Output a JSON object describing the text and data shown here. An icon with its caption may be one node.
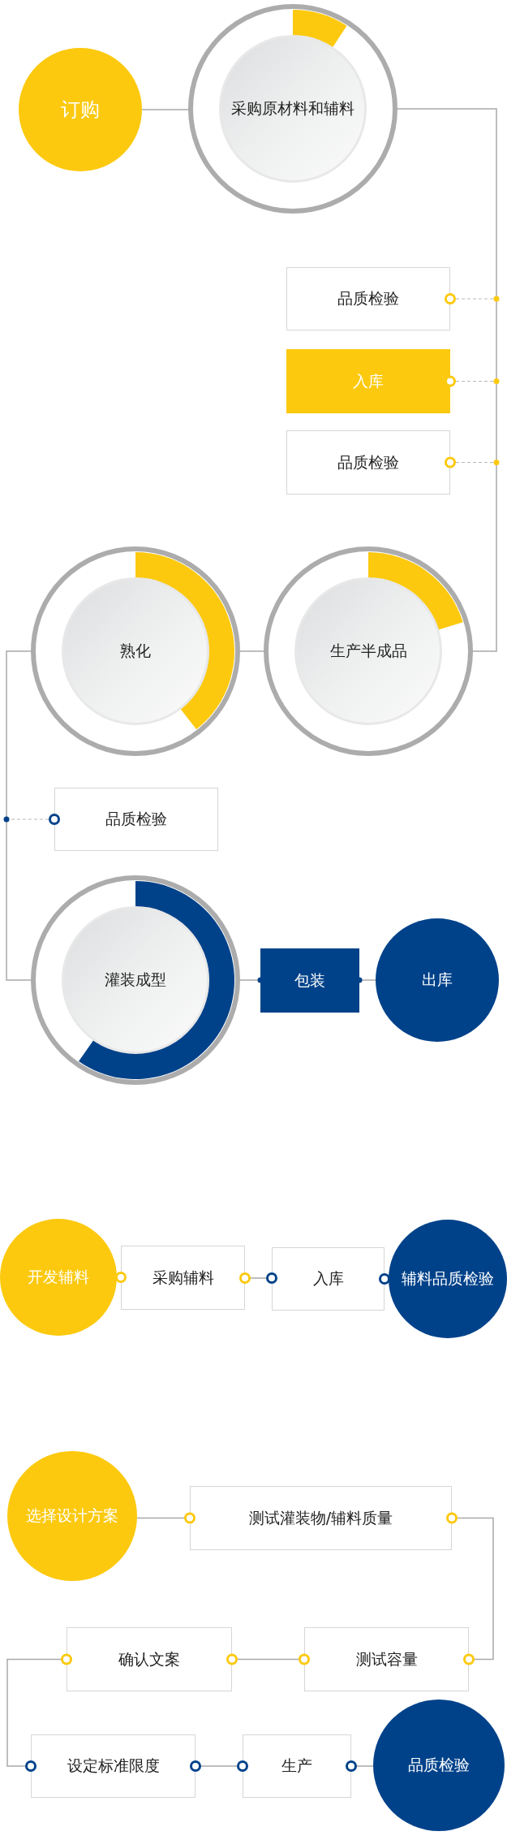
{
  "diagram": {
    "nodes": [
      {
        "text": [
          "订购"
        ]
      },
      {
        "text": [
          "采购原材料和辅料"
        ]
      },
      {
        "text": [
          "品质检验"
        ]
      },
      {
        "text": [
          "入库"
        ]
      },
      {
        "text": [
          "品质检验"
        ]
      },
      {
        "text": [
          "熟化"
        ]
      },
      {
        "text": [
          "生产半成品"
        ]
      },
      {
        "text": [
          "品质检验"
        ]
      },
      {
        "text": [
          "灌装成型"
        ]
      },
      {
        "text": [
          "包装"
        ]
      },
      {
        "text": [
          "出库"
        ]
      },
      {
        "text": [
          "开发辅料"
        ]
      },
      {
        "text": [
          "采购辅料"
        ]
      },
      {
        "text": [
          "入库"
        ]
      },
      {
        "text": [
          "辅料品质检验"
        ]
      },
      {
        "text": [
          "选择设计方案"
        ]
      },
      {
        "text": [
          "测试灌装物/辅料质量"
        ]
      },
      {
        "text": [
          "确认文案"
        ]
      },
      {
        "text": [
          "测试容量"
        ]
      },
      {
        "text": [
          "设定标准限度"
        ]
      },
      {
        "text": [
          "生产"
        ]
      },
      {
        "text": [
          "品质检验"
        ]
      }
    ],
    "edges": [
      {
        "from": 0,
        "to": 1,
        "arrow": "none"
      },
      {
        "from": 1,
        "to": 6,
        "arrow": "none"
      },
      {
        "from": 2,
        "to": null,
        "arrow": "other",
        "style": "dashed"
      },
      {
        "from": 3,
        "to": null,
        "arrow": "other",
        "style": "dashed"
      },
      {
        "from": 4,
        "to": null,
        "arrow": "other",
        "style": "dashed"
      },
      {
        "from": 6,
        "to": 5,
        "arrow": "none"
      },
      {
        "from": 5,
        "to": 8,
        "arrow": "none"
      },
      {
        "from": 7,
        "to": null,
        "arrow": "other",
        "style": "dashed"
      },
      {
        "from": 8,
        "to": 9,
        "arrow": "other"
      },
      {
        "from": 9,
        "to": 10,
        "arrow": "other"
      },
      {
        "from": 11,
        "to": 12,
        "arrow": "other"
      },
      {
        "from": 12,
        "to": 13,
        "arrow": "other"
      },
      {
        "from": 13,
        "to": 14,
        "arrow": "other"
      },
      {
        "from": 15,
        "to": 16,
        "arrow": "other"
      },
      {
        "from": 16,
        "to": 18,
        "arrow": "other"
      },
      {
        "from": 18,
        "to": 17,
        "arrow": "other"
      },
      {
        "from": 17,
        "to": 19,
        "arrow": "other"
      },
      {
        "from": 19,
        "to": 20,
        "arrow": "other"
      },
      {
        "from": 20,
        "to": 21,
        "arrow": "other"
      }
    ]
  }
}
